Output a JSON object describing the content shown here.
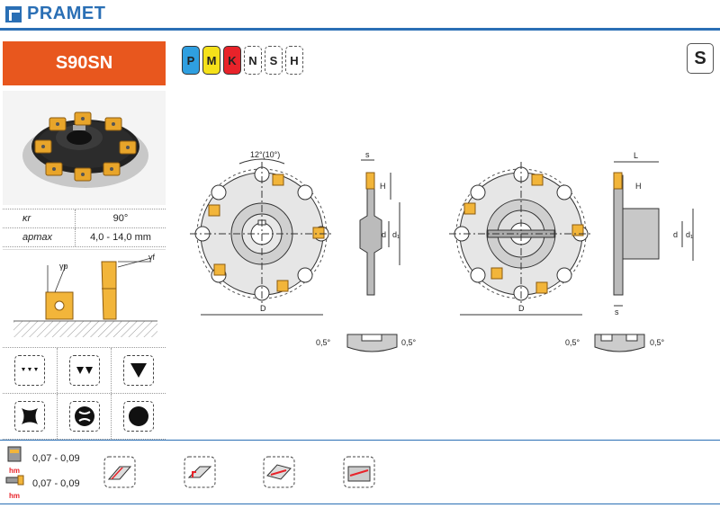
{
  "brand": {
    "name": "PRAMET",
    "color": "#2a6fb5"
  },
  "product": {
    "title": "S90SN",
    "accent": "#e8571e"
  },
  "specs": [
    {
      "symbol": "κr",
      "value": "90°"
    },
    {
      "symbol": "apmax",
      "value": "4,0 - 14,0 mm"
    }
  ],
  "materials": [
    {
      "label": "P",
      "color": "#2f9fe0"
    },
    {
      "label": "M",
      "color": "#f5e11a"
    },
    {
      "label": "K",
      "color": "#e8232a"
    },
    {
      "label": "N",
      "color": ""
    },
    {
      "label": "S",
      "color": ""
    },
    {
      "label": "H",
      "color": ""
    }
  ],
  "application_group": "S",
  "diagram_labels": {
    "angle": "12°(10°)",
    "D": "D",
    "d": "d",
    "d1": "d₁",
    "s": "s",
    "H": "H",
    "L": "L",
    "slot_angle": "0,5°",
    "gamma_f": "γf",
    "gamma_p": "γp"
  },
  "icons": {
    "row1": [
      "small-triangles-icon",
      "medium-triangles-icon",
      "large-triangle-icon"
    ],
    "row2": [
      "cross-chip-icon",
      "double-arc-icon",
      "circle-icon"
    ]
  },
  "feeds": [
    {
      "label": "hm",
      "value": "0,07 - 0,09"
    },
    {
      "label": "hm",
      "value": "0,07 - 0,09"
    }
  ],
  "operations": [
    "slot-milling-icon",
    "groove-milling-icon",
    "face-slot-icon",
    "shoulder-milling-icon"
  ]
}
